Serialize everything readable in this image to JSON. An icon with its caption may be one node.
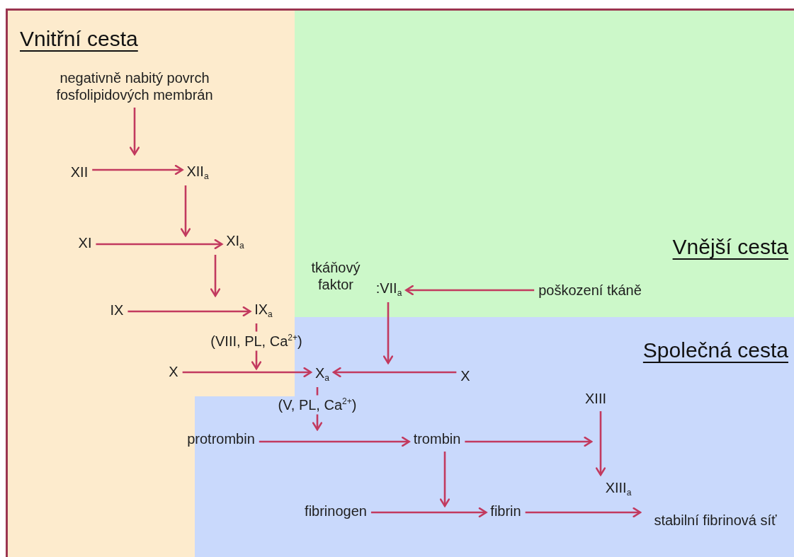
{
  "diagram": {
    "nodes": [
      {
        "text": [
          "Vnitřní cesta"
        ]
      },
      {
        "text": [
          "Vnější cesta"
        ]
      },
      {
        "text": [
          "Společná cesta"
        ]
      },
      {
        "text": [
          "negativně nabitý povrch fosfolipidových membrán"
        ],
        "in": 0
      },
      {
        "text": [
          "XII"
        ],
        "in": 0
      },
      {
        "text": [
          "XII$_{a}$"
        ],
        "in": 0
      },
      {
        "text": [
          "XI"
        ],
        "in": 0
      },
      {
        "text": [
          "XI$_{a}$"
        ],
        "in": 0
      },
      {
        "text": [
          "IX"
        ],
        "in": 0
      },
      {
        "text": [
          "IX$_{a}$"
        ],
        "in": 0
      },
      {
        "text": [
          "X"
        ],
        "in": 0
      },
      {
        "text": [
          "tkáňový faktor"
        ],
        "in": 1
      },
      {
        "text": [
          ":VII$_{a}$"
        ],
        "in": 1
      },
      {
        "text": [
          "poškození tkáně"
        ],
        "in": 1
      },
      {
        "text": [
          "X$_{a}$"
        ],
        "in": 2
      },
      {
        "text": [
          "X"
        ],
        "in": 2
      },
      {
        "text": [
          "protrombin"
        ]
      },
      {
        "text": [
          "trombin"
        ],
        "in": 2
      },
      {
        "text": [
          "XIII"
        ],
        "in": 2
      },
      {
        "text": [
          "fibrinogen"
        ],
        "in": 2
      },
      {
        "text": [
          "fibrin"
        ],
        "in": 2
      },
      {
        "text": [
          "XIII$_{a}$"
        ],
        "in": 2
      },
      {
        "text": [
          "stabilní fibrinová síť"
        ],
        "in": 2
      }
    ],
    "edges": [
      {
        "from": 3,
        "to": null,
        "arrow": "to"
      },
      {
        "from": 4,
        "to": 5,
        "arrow": "to"
      },
      {
        "from": 5,
        "to": null,
        "arrow": "to"
      },
      {
        "from": 6,
        "to": 7,
        "arrow": "to"
      },
      {
        "from": 7,
        "to": null,
        "arrow": "to"
      },
      {
        "from": 8,
        "to": 9,
        "arrow": "to"
      },
      {
        "from": 9,
        "to": null,
        "arrow": "to",
        "label": "(VIII, PL, Ca$^{2+}$)"
      },
      {
        "from": 10,
        "to": 14,
        "arrow": "to"
      },
      {
        "from": 15,
        "to": 14,
        "arrow": "to"
      },
      {
        "from": 12,
        "to": null,
        "arrow": "to"
      },
      {
        "from": 13,
        "to": 12,
        "arrow": "to"
      },
      {
        "from": 14,
        "to": null,
        "arrow": "to",
        "label": "(V, PL, Ca$^{2+}$)"
      },
      {
        "from": 16,
        "to": 17,
        "arrow": "to"
      },
      {
        "from": 17,
        "to": null,
        "arrow": "to"
      },
      {
        "from": 18,
        "to": 21,
        "arrow": "to"
      },
      {
        "from": 17,
        "to": null,
        "arrow": "to"
      },
      {
        "from": 19,
        "to": 20,
        "arrow": "to"
      },
      {
        "from": 20,
        "to": 22,
        "arrow": "to"
      }
    ]
  }
}
